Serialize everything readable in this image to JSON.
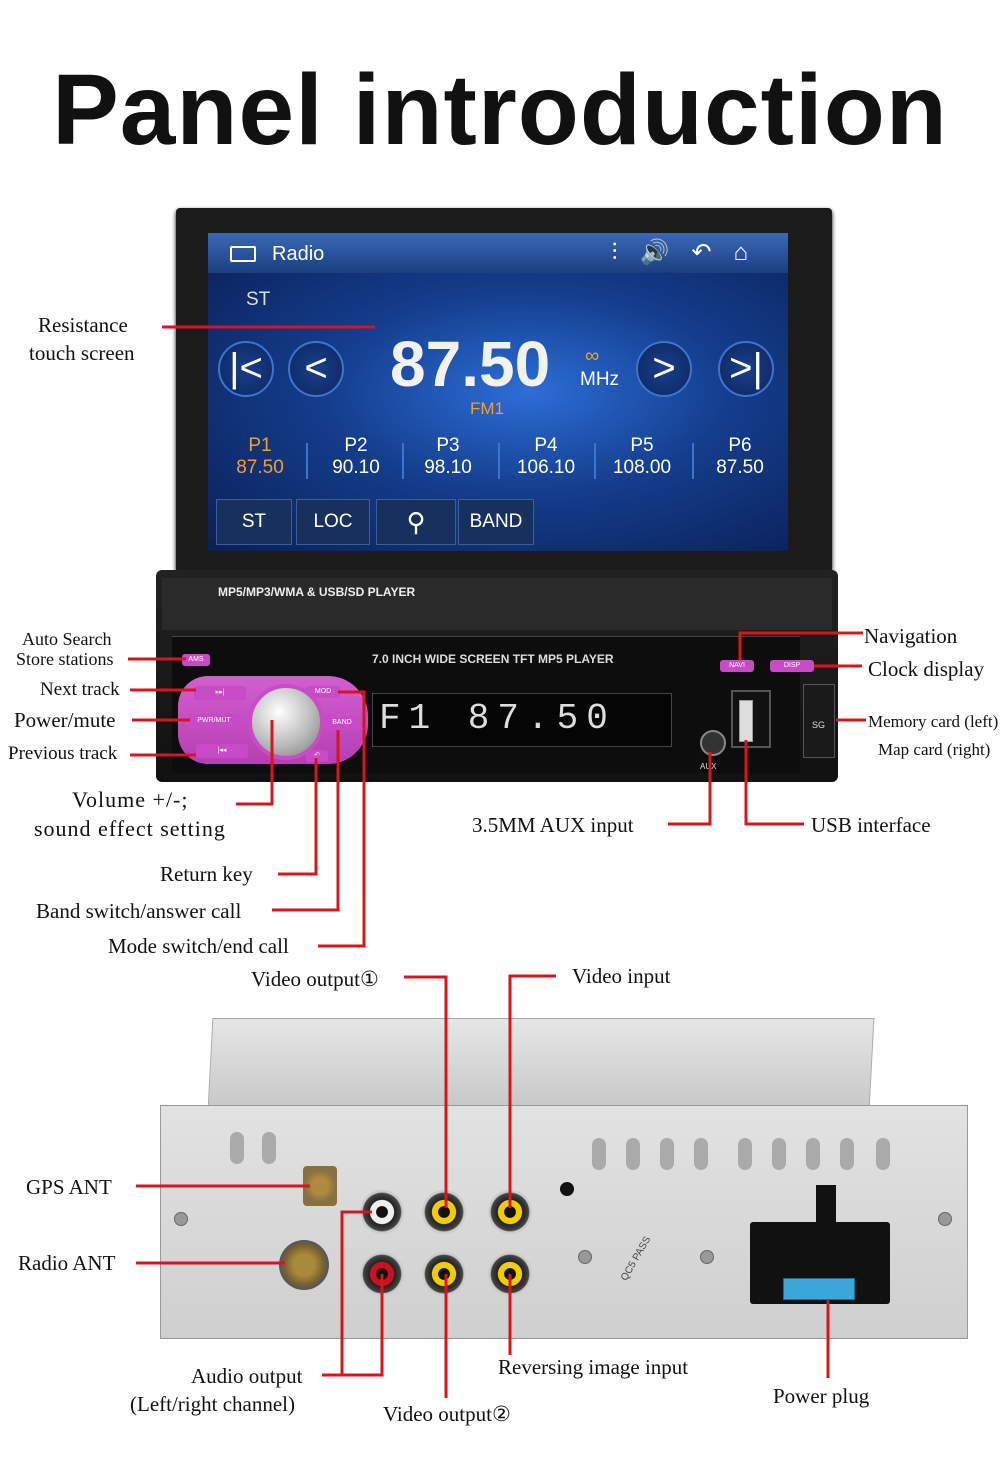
{
  "title": "Panel introduction",
  "screen": {
    "app": "Radio",
    "st": "ST",
    "frequency": "87.50",
    "unit": "MHz",
    "band": "FM1",
    "presets": [
      {
        "name": "P1",
        "freq": "87.50"
      },
      {
        "name": "P2",
        "freq": "90.10"
      },
      {
        "name": "P3",
        "freq": "98.10"
      },
      {
        "name": "P4",
        "freq": "106.10"
      },
      {
        "name": "P5",
        "freq": "108.00"
      },
      {
        "name": "P6",
        "freq": "87.50"
      }
    ],
    "buttons": [
      "ST",
      "LOC",
      "BAND"
    ]
  },
  "faceplate": {
    "model_text": "MP5/MP3/WMA & USB/SD PLAYER",
    "wide_text": "7.0 INCH WIDE SCREEN TFT MP5 PLAYER",
    "lcd": "F1 87.50",
    "btn_ams": "AMS",
    "btn_navi": "NAVI",
    "btn_disp": "DISP",
    "btn_mod": "MOD",
    "btn_band": "BAND",
    "btn_pwr": "PWR/MUT",
    "aux": "AUX",
    "sg": "SG",
    "qc": "QC5 PASS"
  },
  "labels": {
    "resistance": [
      "Resistance",
      "touch screen"
    ],
    "auto_search": [
      "Auto Search",
      "Store stations"
    ],
    "next_track": "Next track",
    "power_mute": "Power/mute",
    "previous_track": "Previous track",
    "volume": [
      "Volume +/-;",
      "sound effect setting"
    ],
    "return_key": "Return key",
    "band_switch": "Band switch/answer call",
    "mode_switch": "Mode switch/end call",
    "navigation": "Navigation",
    "clock_display": "Clock display",
    "memory_card": [
      "Memory card (left)",
      "Map card (right)"
    ],
    "aux_input": "3.5MM AUX input",
    "usb_interface": "USB interface",
    "video_output_1": "Video output①",
    "video_input": "Video input",
    "gps_ant": "GPS ANT",
    "radio_ant": "Radio ANT",
    "audio_output": [
      "Audio output",
      "(Left/right channel)"
    ],
    "reversing": "Reversing image input",
    "video_output_2": "Video output②",
    "power_plug": "Power plug"
  }
}
